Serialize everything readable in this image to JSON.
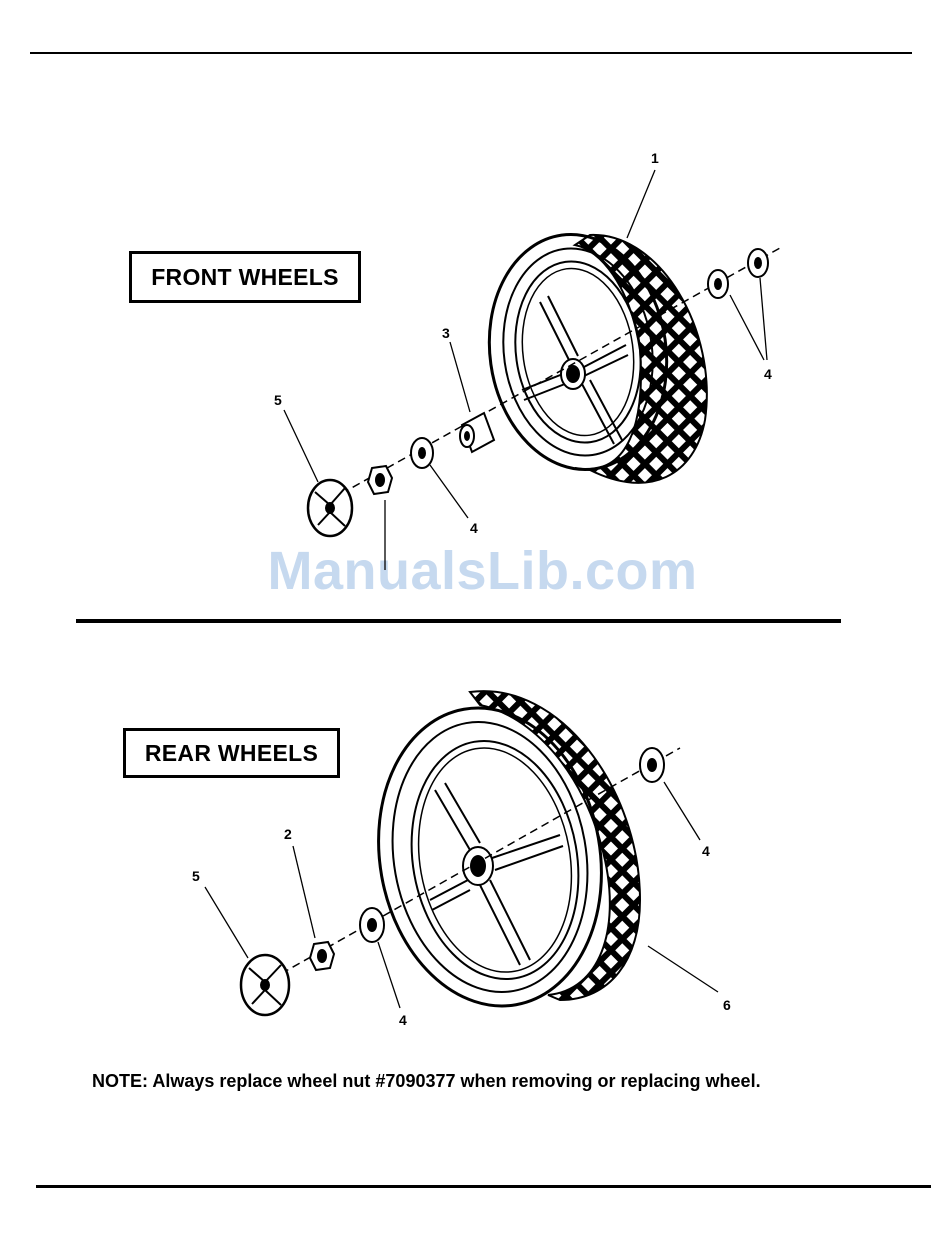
{
  "sections": {
    "front": {
      "title": "FRONT WHEELS",
      "callouts": {
        "wheel": "1",
        "bushing": "3",
        "washer_outer": "4",
        "washer_inner": "4",
        "hubcap": "5"
      }
    },
    "rear": {
      "title": "REAR WHEELS",
      "callouts": {
        "nut": "2",
        "washer_outer": "4",
        "washer_inner": "4",
        "hubcap": "5",
        "wheel": "6"
      }
    }
  },
  "watermark": "ManualsLib.com",
  "note": "NOTE: Always replace wheel nut #7090377 when removing or replacing wheel."
}
